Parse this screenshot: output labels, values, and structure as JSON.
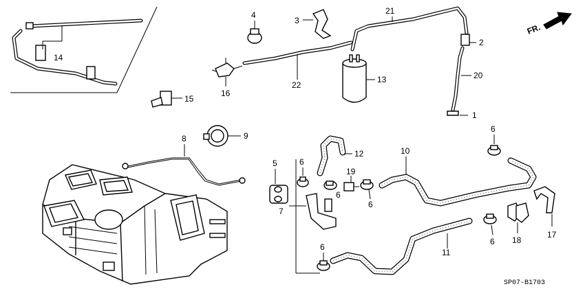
{
  "diagram": {
    "direction_label": "FR.",
    "code": "SP07-B1703",
    "callouts": {
      "c1": "1",
      "c2": "2",
      "c3": "3",
      "c4": "4",
      "c5": "5",
      "c6a": "6",
      "c6b": "6",
      "c6c": "6",
      "c6d": "6",
      "c6e": "6",
      "c6f": "6",
      "c7": "7",
      "c8": "8",
      "c9": "9",
      "c10": "10",
      "c11": "11",
      "c12": "12",
      "c13": "13",
      "c14": "14",
      "c15": "15",
      "c16": "16",
      "c17": "17",
      "c18": "18",
      "c19": "19",
      "c20": "20",
      "c21": "21",
      "c22": "22"
    }
  }
}
